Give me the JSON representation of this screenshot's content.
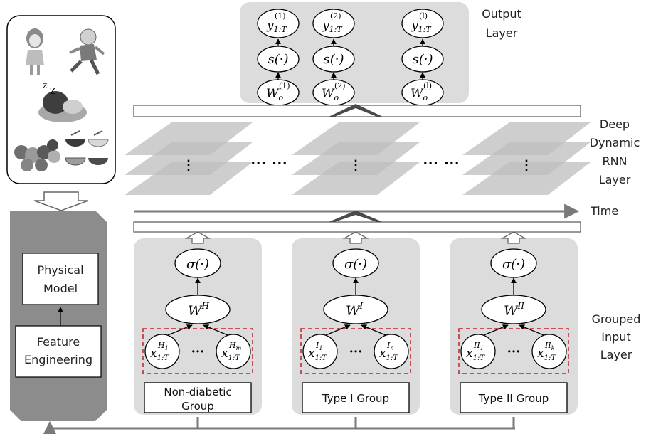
{
  "output_layer": {
    "label_line1": "Output",
    "label_line2": "Layer",
    "nodes": [
      {
        "y_base": "y",
        "y_sub": "1:T",
        "y_sup": "(1)",
        "s": "s(·)",
        "w_base": "W",
        "w_sub": "o",
        "w_sup": "(1)"
      },
      {
        "y_base": "y",
        "y_sub": "1:T",
        "y_sup": "(2)",
        "s": "s(·)",
        "w_base": "W",
        "w_sub": "o",
        "w_sup": "(2)"
      },
      {
        "y_base": "y",
        "y_sub": "1:T",
        "y_sup": "(l)",
        "s": "s(·)",
        "w_base": "W",
        "w_sub": "o",
        "w_sup": "(l)"
      }
    ]
  },
  "rnn_layer": {
    "label_lines": [
      "Deep",
      "Dynamic",
      "RNN",
      "Layer"
    ],
    "dots": [
      "⋮",
      "⋯ ⋯",
      "⋮",
      "⋯ ⋯",
      "⋮"
    ]
  },
  "time_label": "Time",
  "left_panel": {
    "physical_model": [
      "Physical",
      "Model"
    ],
    "feature_engineering": [
      "Feature",
      "Engineering"
    ]
  },
  "grouped_input": {
    "label_lines": [
      "Grouped",
      "Input",
      "Layer"
    ],
    "groups": [
      {
        "sigma": "σ(·)",
        "w_base": "W",
        "w_sup": "H",
        "x1_sup": "H",
        "x1_sup_sub": "1",
        "xn_sup": "H",
        "xn_sup_sub": "m",
        "x_sub": "1:T",
        "dots": "···",
        "caption_lines": [
          "Non-diabetic",
          "Group"
        ]
      },
      {
        "sigma": "σ(·)",
        "w_base": "W",
        "w_sup": "I",
        "x1_sup": "I",
        "x1_sup_sub": "1",
        "xn_sup": "I",
        "xn_sup_sub": "n",
        "x_sub": "1:T",
        "dots": "···",
        "caption_lines": [
          "Type I Group"
        ]
      },
      {
        "sigma": "σ(·)",
        "w_base": "W",
        "w_sup": "II",
        "x1_sup": "II",
        "x1_sup_sub": "1",
        "xn_sup": "II",
        "xn_sup_sub": "k",
        "x_sub": "1:T",
        "dots": "···",
        "caption_lines": [
          "Type II Group"
        ]
      }
    ]
  },
  "colors": {
    "panel": "#dcdcdc",
    "plane": "#b9b9b9",
    "dark_band": "#999999",
    "chevron": "#4a4a4a",
    "dashed": "#c0202a",
    "arrow": "#7a7a7a"
  }
}
